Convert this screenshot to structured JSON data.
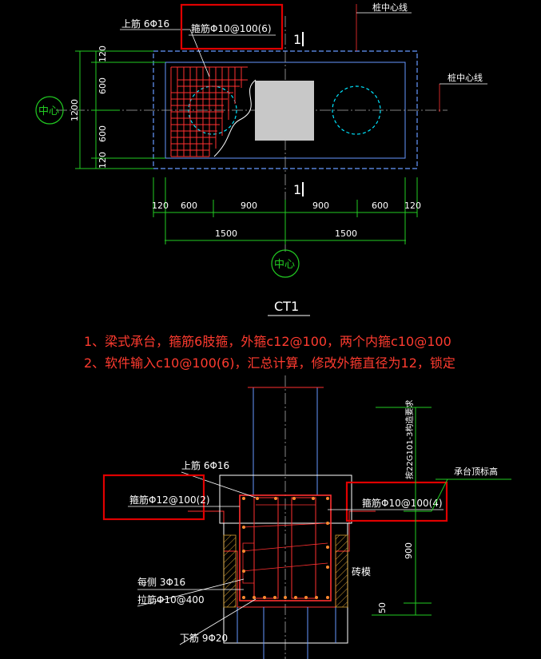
{
  "top_plan": {
    "top_rebar": "上筋 6Φ16",
    "stirrup": "箍筋Φ10@100(6)",
    "pile_center_label_top": "桩中心线",
    "pile_center_label_right": "桩中心线",
    "section_mark_top": "1",
    "section_mark_bottom": "1",
    "center_tag_left": "中心",
    "center_tag_bottom": "中心",
    "dims_left": [
      "120",
      "600",
      "600",
      "120"
    ],
    "dim_left_total": "1200",
    "dims_bottom": [
      "120",
      "600",
      "900",
      "900",
      "600",
      "120"
    ],
    "dims_bottom_half": [
      "1500",
      "1500"
    ],
    "title": "CT1"
  },
  "notes": {
    "line1": "1、梁式承台，箍筋6肢箍，外箍c12@100，两个内箍c10@100",
    "line2": "2、软件输入c10@100(6)，汇总计算，修改外箍直径为12，锁定"
  },
  "section": {
    "top_rebar": "上筋 6Φ16",
    "outer_stirrup": "箍筋Φ12@100(2)",
    "inner_stirrup": "箍筋Φ10@100(4)",
    "side_rebar": "每侧 3Φ16",
    "tie_rebar": "拉筋Φ10@400",
    "bottom_rebar": "下筋 9Φ20",
    "brick_label": "砖模",
    "cap_top_label": "承台顶标高",
    "ref_label": "按22G101-3构造要求",
    "dim_height": "900",
    "dim_small": "50"
  },
  "colors": {
    "background": "#000000",
    "dimension": "#22cc22",
    "outline": "#6699ff",
    "rebar": "#ff3030",
    "text": "#ffffff",
    "pile": "#00e5ff",
    "highlight": "#e00000",
    "column_fill": "#c8c8c8",
    "note": "#ff3b2f",
    "brick": "#d8a030"
  }
}
